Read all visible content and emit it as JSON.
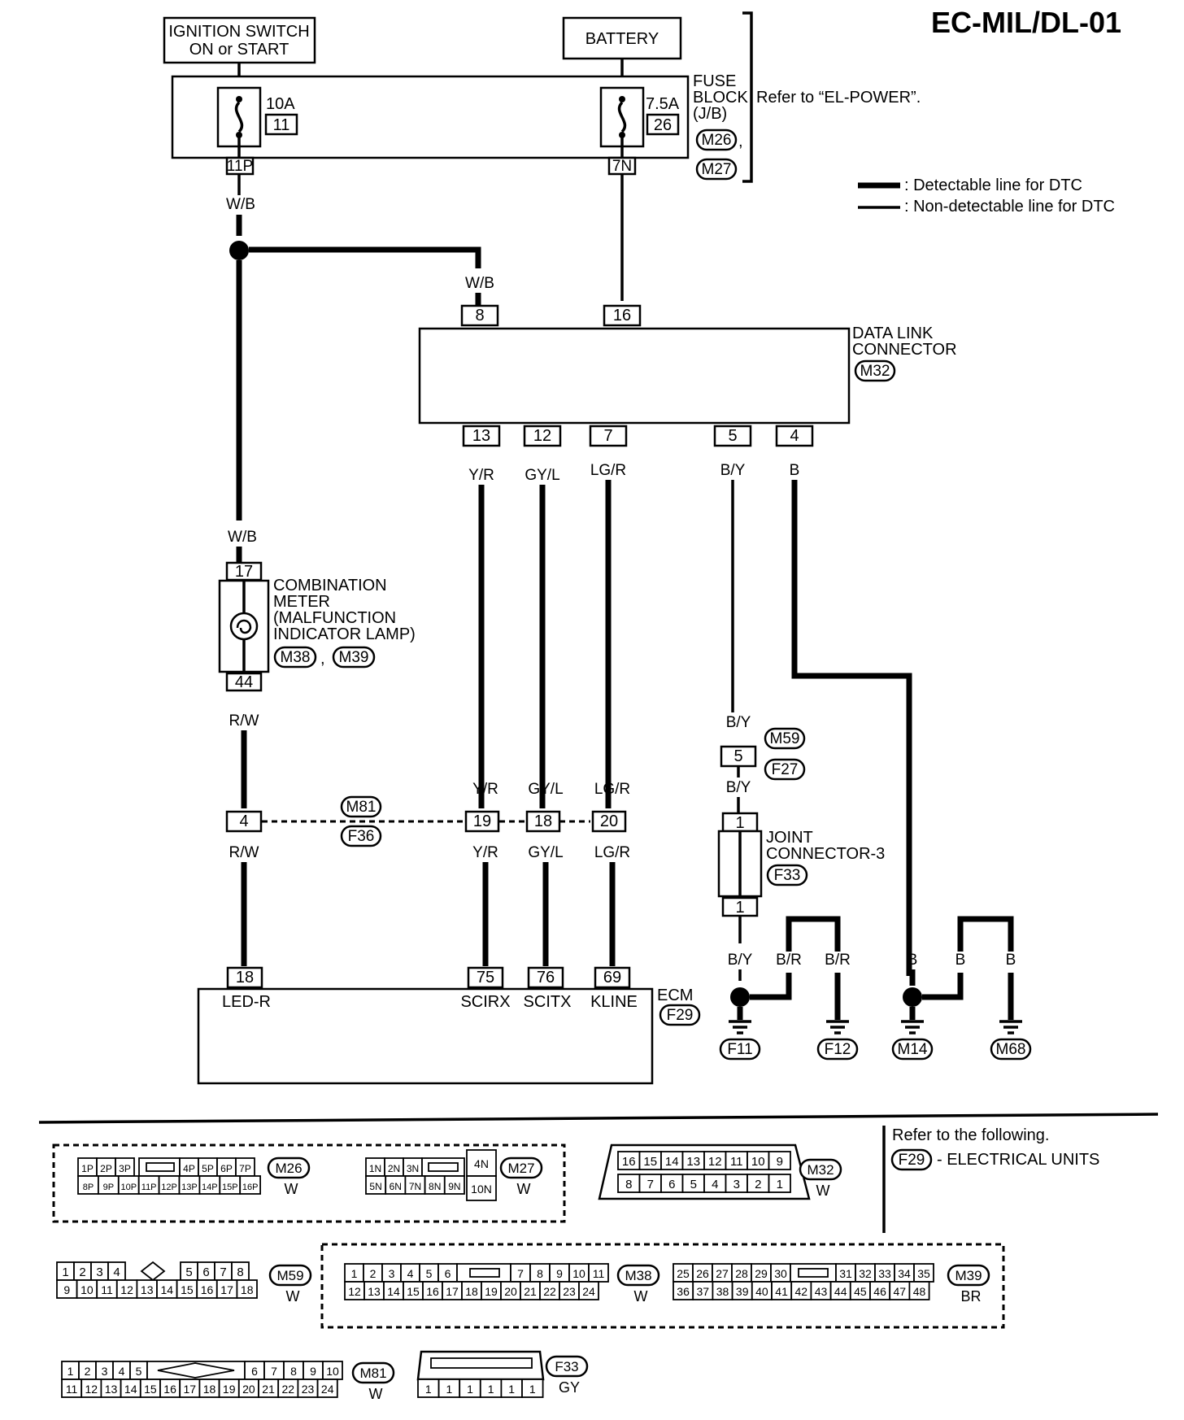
{
  "title": "EC-MIL/DL-01",
  "legend": {
    "detectable": ": Detectable line for DTC",
    "non_detectable": ": Non-detectable line for DTC"
  },
  "power": {
    "ignition": [
      "IGNITION SWITCH",
      "ON or START"
    ],
    "battery": "BATTERY",
    "fuse_block": [
      "FUSE",
      "BLOCK",
      "(J/B)"
    ],
    "fuse_block_conns": [
      "M26",
      "M27"
    ],
    "fuse_block_sep": ",",
    "refer_power": "Refer to “EL-POWER”.",
    "fuse1_rating": "10A",
    "fuse1_no": "11",
    "fuse1_term": "11P",
    "fuse2_rating": "7.5A",
    "fuse2_no": "26",
    "fuse2_term": "7N"
  },
  "data_link": {
    "name": [
      "DATA LINK",
      "CONNECTOR"
    ],
    "conn": "M32",
    "top_pins": [
      "8",
      "16"
    ],
    "bottom_pins": [
      "13",
      "12",
      "7",
      "5",
      "4"
    ]
  },
  "meter": {
    "name": [
      "COMBINATION",
      "METER",
      "(MALFUNCTION",
      "INDICATOR LAMP)"
    ],
    "conns": [
      "M38",
      "M39"
    ],
    "sep": ",",
    "pin_top": "17",
    "pin_bottom": "44"
  },
  "wires": {
    "wb": "W/B",
    "rw": "R/W",
    "yr": "Y/R",
    "gyl": "GY/L",
    "lgr": "LG/R",
    "by": "B/Y",
    "b": "B",
    "br": "B/R"
  },
  "connectors": {
    "m59": "M59",
    "f27": "F27",
    "m59_pin": "5",
    "m81": "M81",
    "f36": "F36",
    "m81_pins": [
      "4",
      "19",
      "18",
      "20"
    ]
  },
  "joint": {
    "name": [
      "JOINT",
      "CONNECTOR-3"
    ],
    "conn": "F33",
    "pin": "1"
  },
  "ecm": {
    "name": "ECM",
    "conn": "F29",
    "pins": [
      "18",
      "75",
      "76",
      "69"
    ],
    "labels": [
      "LED-R",
      "SCIRX",
      "SCITX",
      "KLINE"
    ]
  },
  "grounds": [
    "F11",
    "F12",
    "M14",
    "M68"
  ],
  "refer": {
    "line1": "Refer to the following.",
    "item_conn": "F29",
    "item_text": "- ELECTRICAL UNITS"
  },
  "faces": {
    "m26": {
      "id": "M26",
      "color": "W",
      "row1": [
        "1P",
        "2P",
        "3P",
        "",
        "4P",
        "5P",
        "6P",
        "7P"
      ],
      "row2": [
        "8P",
        "9P",
        "10P",
        "11P",
        "12P",
        "13P",
        "14P",
        "15P",
        "16P"
      ]
    },
    "m27": {
      "id": "M27",
      "color": "W",
      "row1": [
        "1N",
        "2N",
        "3N"
      ],
      "row2": [
        "5N",
        "6N",
        "7N",
        "8N",
        "9N"
      ],
      "side": [
        "4N",
        "10N"
      ]
    },
    "m32": {
      "id": "M32",
      "color": "W",
      "row1": [
        "16",
        "15",
        "14",
        "13",
        "12",
        "11",
        "10",
        "9"
      ],
      "row2": [
        "8",
        "7",
        "6",
        "5",
        "4",
        "3",
        "2",
        "1"
      ]
    },
    "m59": {
      "id": "M59",
      "color": "W",
      "row1": [
        "1",
        "2",
        "3",
        "4",
        "5",
        "6",
        "7",
        "8"
      ],
      "row2": [
        "9",
        "10",
        "11",
        "12",
        "13",
        "14",
        "15",
        "16",
        "17",
        "18"
      ]
    },
    "m38": {
      "id": "M38",
      "color": "W",
      "row1": [
        "1",
        "2",
        "3",
        "4",
        "5",
        "6",
        "7",
        "8",
        "9",
        "10",
        "11"
      ],
      "row2": [
        "12",
        "13",
        "14",
        "15",
        "16",
        "17",
        "18",
        "19",
        "20",
        "21",
        "22",
        "23",
        "24"
      ]
    },
    "m39": {
      "id": "M39",
      "color": "BR",
      "row1": [
        "25",
        "26",
        "27",
        "28",
        "29",
        "30",
        "31",
        "32",
        "33",
        "34",
        "35"
      ],
      "row2": [
        "36",
        "37",
        "38",
        "39",
        "40",
        "41",
        "42",
        "43",
        "44",
        "45",
        "46",
        "47",
        "48"
      ]
    },
    "m81": {
      "id": "M81",
      "color": "W",
      "row1": [
        "1",
        "2",
        "3",
        "4",
        "5",
        "6",
        "7",
        "8",
        "9",
        "10"
      ],
      "row2": [
        "11",
        "12",
        "13",
        "14",
        "15",
        "16",
        "17",
        "18",
        "19",
        "20",
        "21",
        "22",
        "23",
        "24"
      ]
    },
    "f33": {
      "id": "F33",
      "color": "GY",
      "row2": [
        "1",
        "1",
        "1",
        "1",
        "1",
        "1"
      ]
    }
  }
}
